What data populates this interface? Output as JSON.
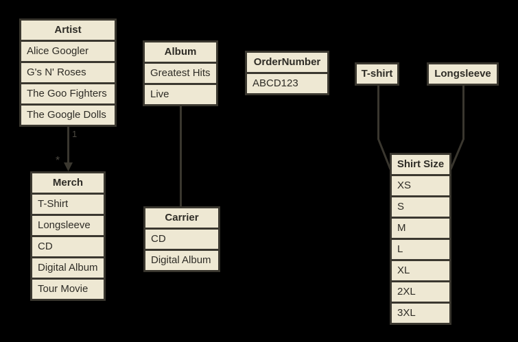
{
  "colors": {
    "background": "#000000",
    "box_fill": "#EEE8D3",
    "box_border": "#3A372F",
    "box_text": "#2E2C26",
    "connector": "#3A372F",
    "multiplicity_label": "#4D4A42"
  },
  "entities": {
    "artist": {
      "title": "Artist",
      "rows": [
        "Alice Googler",
        "G's N' Roses",
        "The Goo Fighters",
        "The Google Dolls"
      ]
    },
    "merch": {
      "title": "Merch",
      "rows": [
        "T-Shirt",
        "Longsleeve",
        "CD",
        "Digital Album",
        "Tour Movie"
      ]
    },
    "album": {
      "title": "Album",
      "rows": [
        "Greatest Hits",
        "Live"
      ]
    },
    "carrier": {
      "title": "Carrier",
      "rows": [
        "CD",
        "Digital Album"
      ]
    },
    "order_number": {
      "title": "OrderNumber",
      "rows": [
        "ABCD123"
      ]
    },
    "tshirt": {
      "title": "T-shirt",
      "rows": []
    },
    "longsleeve": {
      "title": "Longsleeve",
      "rows": []
    },
    "shirt_size": {
      "title": "Shirt Size",
      "rows": [
        "XS",
        "S",
        "M",
        "L",
        "XL",
        "2XL",
        "3XL"
      ]
    }
  },
  "connectors": {
    "artist_merch": {
      "from": "Artist",
      "to": "Merch",
      "source_label": "1",
      "target_label": "*",
      "arrowhead": "down"
    },
    "album_carrier": {
      "from": "Album",
      "to": "Carrier"
    },
    "tshirt_shirtsize": {
      "from": "T-shirt",
      "to": "Shirt Size"
    },
    "longsleeve_shirtsize": {
      "from": "Longsleeve",
      "to": "Shirt Size"
    }
  }
}
